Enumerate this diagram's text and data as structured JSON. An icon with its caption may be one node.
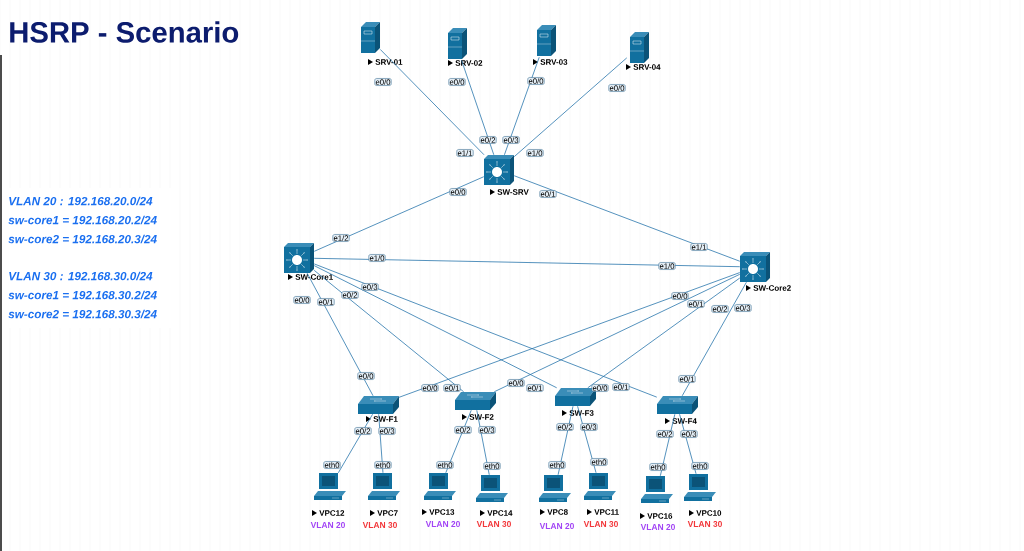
{
  "diagram": {
    "title": "HSRP - Scenario",
    "nodes": [
      {
        "text": [
          "SRV-01"
        ]
      },
      {
        "text": [
          "SRV-02"
        ]
      },
      {
        "text": [
          "SRV-03"
        ]
      },
      {
        "text": [
          "SRV-04"
        ]
      },
      {
        "text": [
          "SW-SRV"
        ]
      },
      {
        "text": [
          "SW-Core1"
        ]
      },
      {
        "text": [
          "SW-Core2"
        ]
      },
      {
        "text": [
          "SW-F1"
        ]
      },
      {
        "text": [
          "SW-F2"
        ]
      },
      {
        "text": [
          "SW-F3"
        ]
      },
      {
        "text": [
          "SW-F4"
        ]
      },
      {
        "text": [
          "VPC12"
        ],
        "beside": [
          "VLAN 20"
        ]
      },
      {
        "text": [
          "VPC7"
        ],
        "beside": [
          "VLAN 30"
        ]
      },
      {
        "text": [
          "VPC13"
        ],
        "beside": [
          "VLAN 20"
        ]
      },
      {
        "text": [
          "VPC14"
        ],
        "beside": [
          "VLAN 30"
        ]
      },
      {
        "text": [
          "VPC8"
        ],
        "beside": [
          "VLAN 20"
        ]
      },
      {
        "text": [
          "VPC11"
        ],
        "beside": [
          "VLAN 30"
        ]
      },
      {
        "text": [
          "VPC16"
        ],
        "beside": [
          "VLAN 20"
        ]
      },
      {
        "text": [
          "VPC10"
        ],
        "beside": [
          "VLAN 30"
        ]
      }
    ],
    "edges": [
      {
        "from": 0,
        "to": 4,
        "arrow": "none"
      },
      {
        "from": 1,
        "to": 4,
        "arrow": "none"
      },
      {
        "from": 2,
        "to": 4,
        "arrow": "none"
      },
      {
        "from": 3,
        "to": 4,
        "arrow": "none"
      },
      {
        "from": 4,
        "to": 5,
        "arrow": "none"
      },
      {
        "from": 4,
        "to": 6,
        "arrow": "none"
      },
      {
        "from": 5,
        "to": 6,
        "arrow": "none"
      },
      {
        "from": 5,
        "to": 7,
        "arrow": "none"
      },
      {
        "from": 5,
        "to": 8,
        "arrow": "none"
      },
      {
        "from": 5,
        "to": 9,
        "arrow": "none"
      },
      {
        "from": 5,
        "to": 10,
        "arrow": "none"
      },
      {
        "from": 6,
        "to": 7,
        "arrow": "none"
      },
      {
        "from": 6,
        "to": 8,
        "arrow": "none"
      },
      {
        "from": 6,
        "to": 9,
        "arrow": "none"
      },
      {
        "from": 6,
        "to": 10,
        "arrow": "none"
      },
      {
        "from": 7,
        "to": 11,
        "arrow": "none"
      },
      {
        "from": 7,
        "to": 12,
        "arrow": "none"
      },
      {
        "from": 8,
        "to": 13,
        "arrow": "none"
      },
      {
        "from": 8,
        "to": 14,
        "arrow": "none"
      },
      {
        "from": 9,
        "to": 15,
        "arrow": "none"
      },
      {
        "from": 9,
        "to": 16,
        "arrow": "none"
      },
      {
        "from": 10,
        "to": 17,
        "arrow": "none"
      },
      {
        "from": 10,
        "to": 18,
        "arrow": "none"
      }
    ],
    "labels": [
      "VLAN 20 : 192.168.20.0/24",
      "sw-core1 = 192.168.20.2/24",
      "sw-core2 = 192.168.20.3/24",
      "VLAN 30 : 192.168.30.0/24",
      "sw-core1 = 192.168.30.2/24",
      "sw-core2 = 192.168.30.3/24",
      "e0/0",
      "e1/1",
      "e0/0",
      "e0/2",
      "e0/0",
      "e0/3",
      "e0/0",
      "e1/0",
      "e0/0",
      "e1/2",
      "e0/1",
      "e1/1",
      "e1/0",
      "e1/0",
      "e0/0",
      "e0/0",
      "e0/1",
      "e0/0",
      "e0/2",
      "e0/0",
      "e0/3",
      "e0/0",
      "e0/0",
      "e0/1",
      "e0/1",
      "e0/1",
      "e0/2",
      "e0/1",
      "e0/3",
      "e0/1",
      "e0/2",
      "eth0",
      "e0/3",
      "eth0",
      "e0/2",
      "eth0",
      "e0/3",
      "eth0",
      "e0/2",
      "eth0",
      "e0/3",
      "eth0",
      "e0/2",
      "eth0",
      "e0/3",
      "eth0"
    ]
  }
}
